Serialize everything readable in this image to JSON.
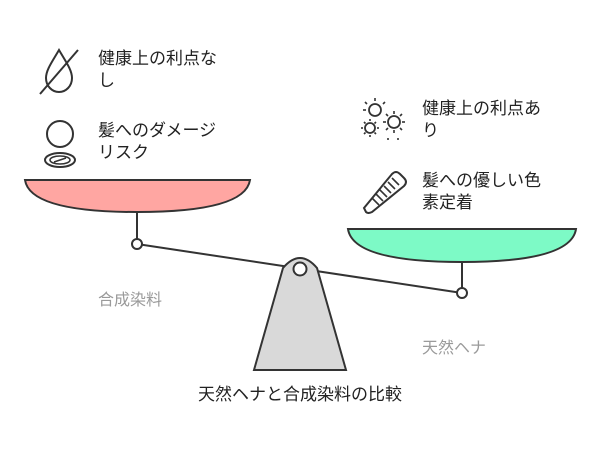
{
  "left": {
    "label": "合成染料",
    "points": [
      {
        "icon": "no-drop-icon",
        "text_lines": [
          "健康上の利点な",
          "し"
        ]
      },
      {
        "icon": "mirror-icon",
        "text_lines": [
          "髪へのダメージ",
          "リスク"
        ]
      }
    ],
    "pan_color": "#ffa6a2"
  },
  "right": {
    "label": "天然ヘナ",
    "points": [
      {
        "icon": "sun-icon",
        "text_lines": [
          "健康上の利点あ",
          "り"
        ]
      },
      {
        "icon": "comb-icon",
        "text_lines": [
          "髪への優しい色",
          "素定着"
        ]
      }
    ],
    "pan_color": "#7dfac6"
  },
  "caption": "天然ヘナと合成染料の比較",
  "stand_color": "#d9d9d9"
}
